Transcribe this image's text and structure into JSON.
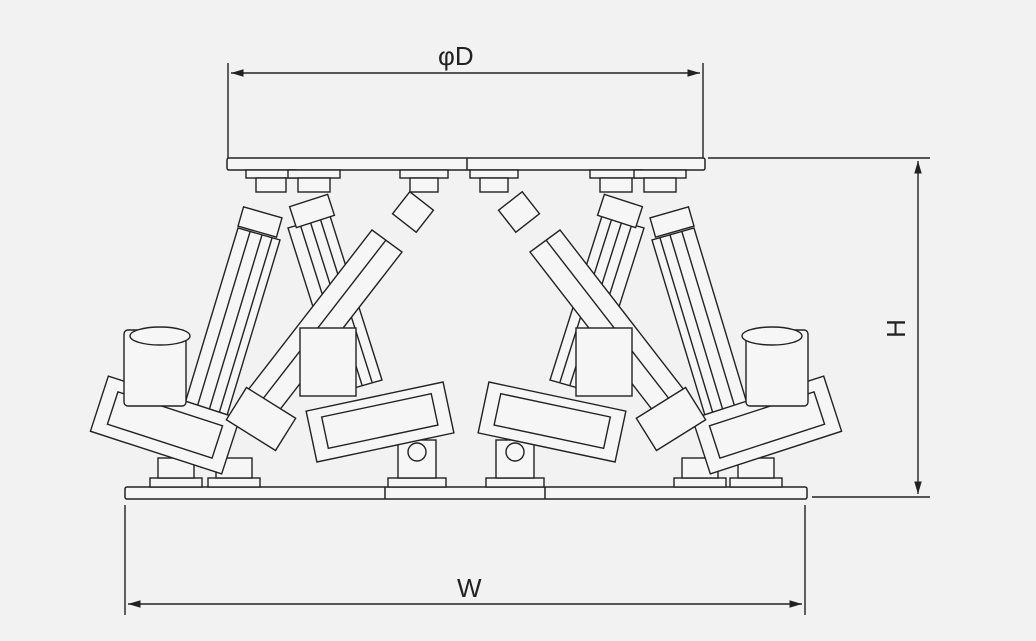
{
  "diagram": {
    "labels": {
      "diameter": "φD",
      "width": "W",
      "height": "H"
    },
    "colors": {
      "background": "#f2f2f2",
      "line": "#222222"
    }
  }
}
